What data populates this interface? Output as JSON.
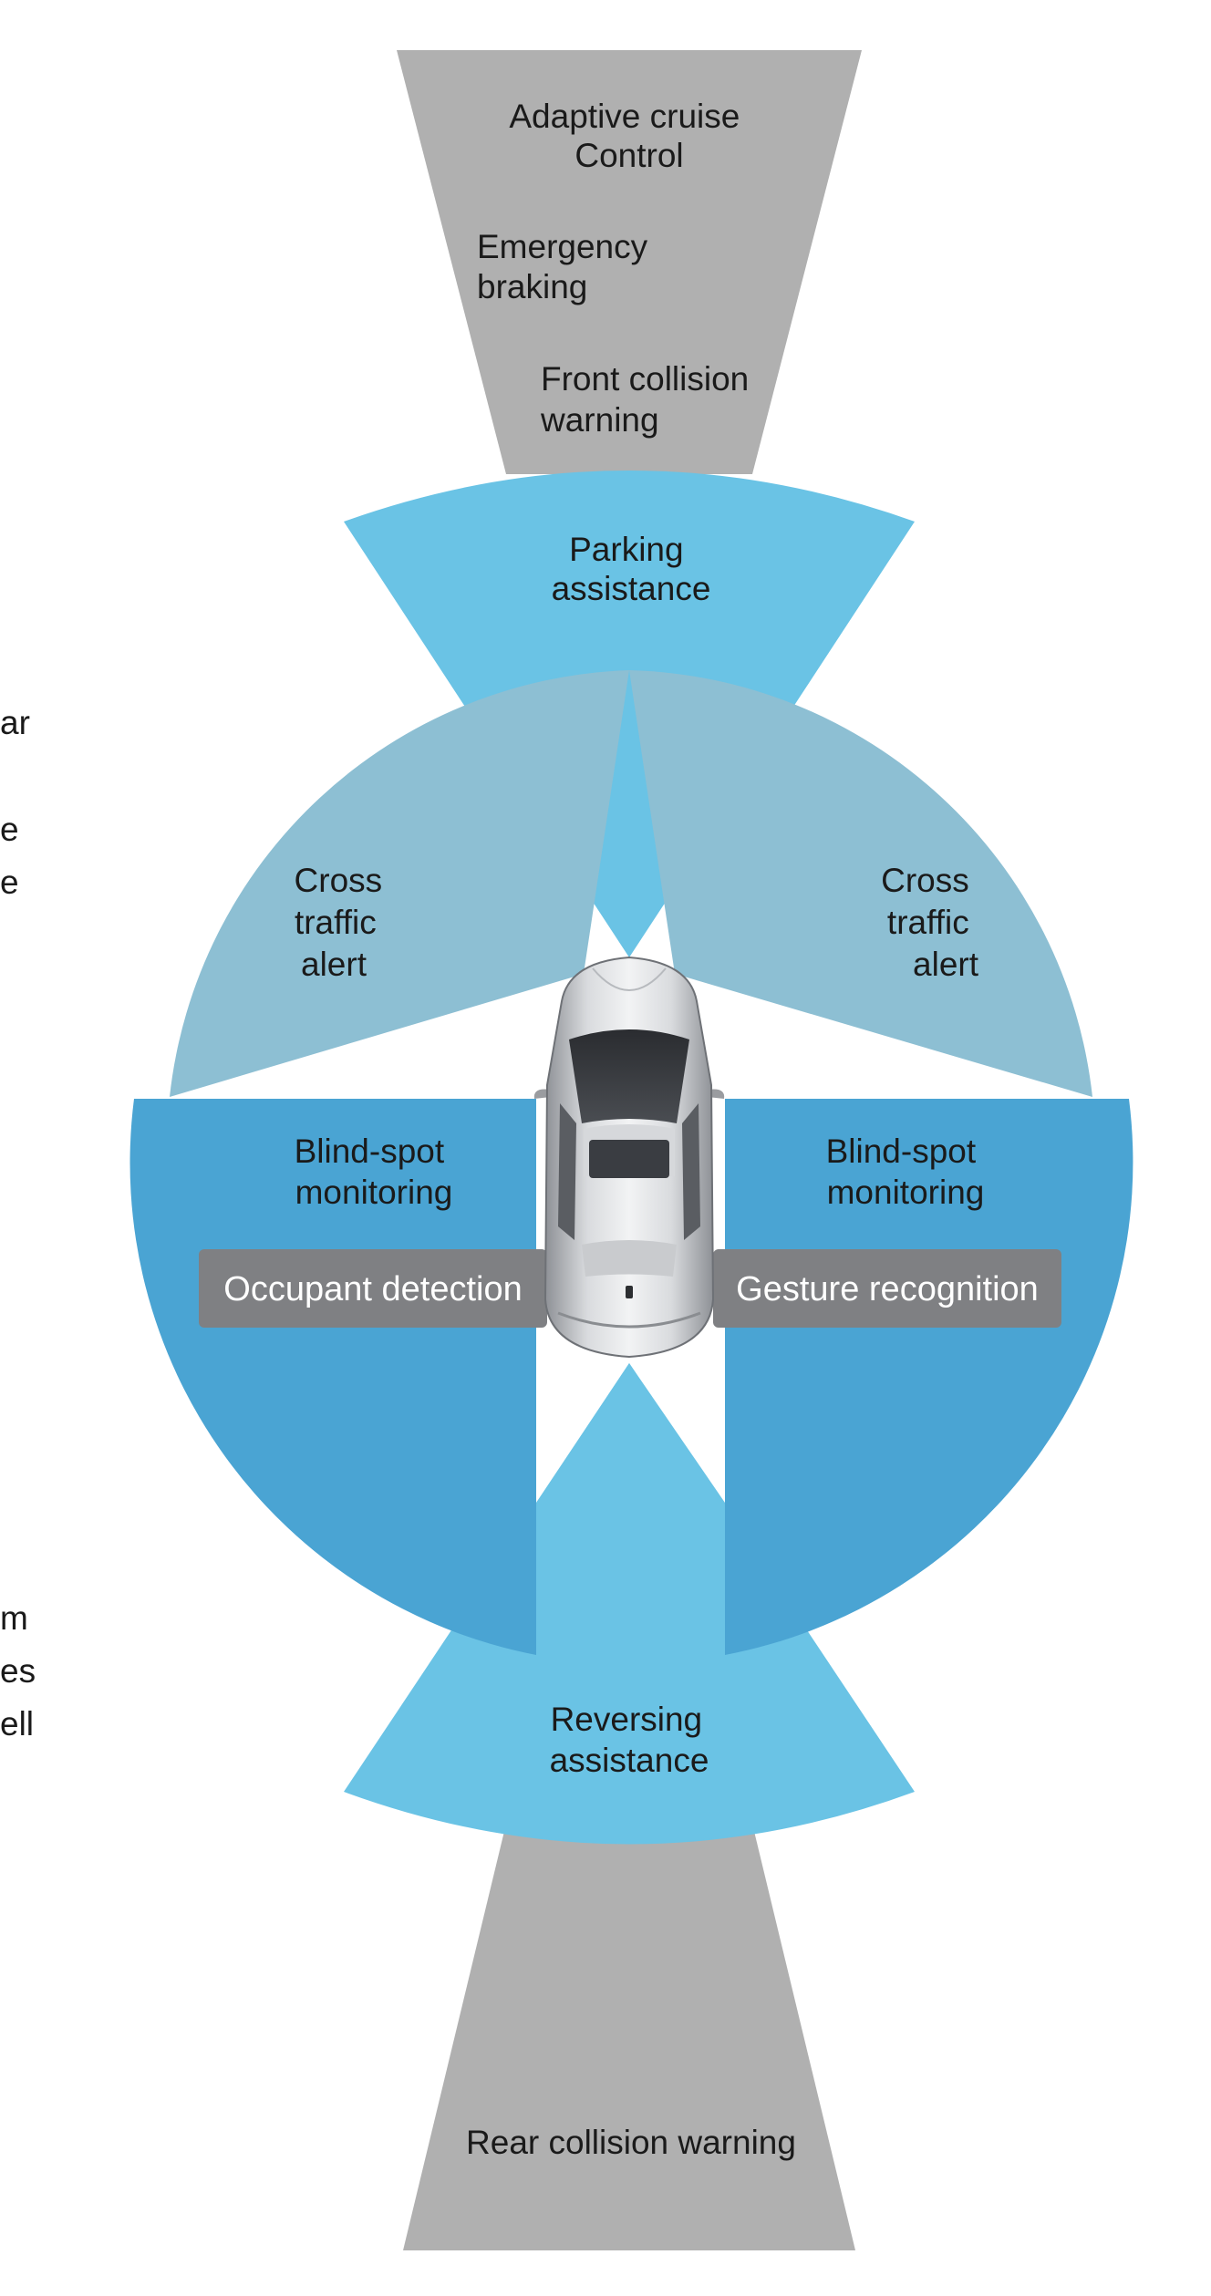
{
  "colors": {
    "gray_zone": "#b0b0b0",
    "light_blue": "#6ac3e5",
    "cross_traffic": "#8dbfd3",
    "blind_spot": "#4aa4d3",
    "callout_box": "#7f8083",
    "label_text": "#1a1a1a",
    "callout_text": "#ffffff"
  },
  "zones": {
    "front": {
      "adaptive_cruise": [
        "Adaptive cruise",
        "Control"
      ],
      "emergency_braking": [
        "Emergency",
        "braking"
      ],
      "front_collision": [
        "Front collision",
        "warning"
      ]
    },
    "parking": [
      "Parking",
      "assistance"
    ],
    "cross_traffic_left": [
      "Cross",
      "traffic",
      "alert"
    ],
    "cross_traffic_right": [
      "Cross",
      "traffic",
      "alert"
    ],
    "blind_spot_left": [
      "Blind-spot",
      "monitoring"
    ],
    "blind_spot_right": [
      "Blind-spot",
      "monitoring"
    ],
    "reversing": [
      "Reversing",
      "assistance"
    ],
    "rear_collision": "Rear collision warning"
  },
  "callouts": {
    "occupant": "Occupant detection",
    "gesture": "Gesture recognition"
  },
  "clipped_text": [
    "ar",
    "e",
    "e",
    "m",
    "es",
    "ell"
  ],
  "icons": {
    "car": "car-top-view-icon"
  }
}
